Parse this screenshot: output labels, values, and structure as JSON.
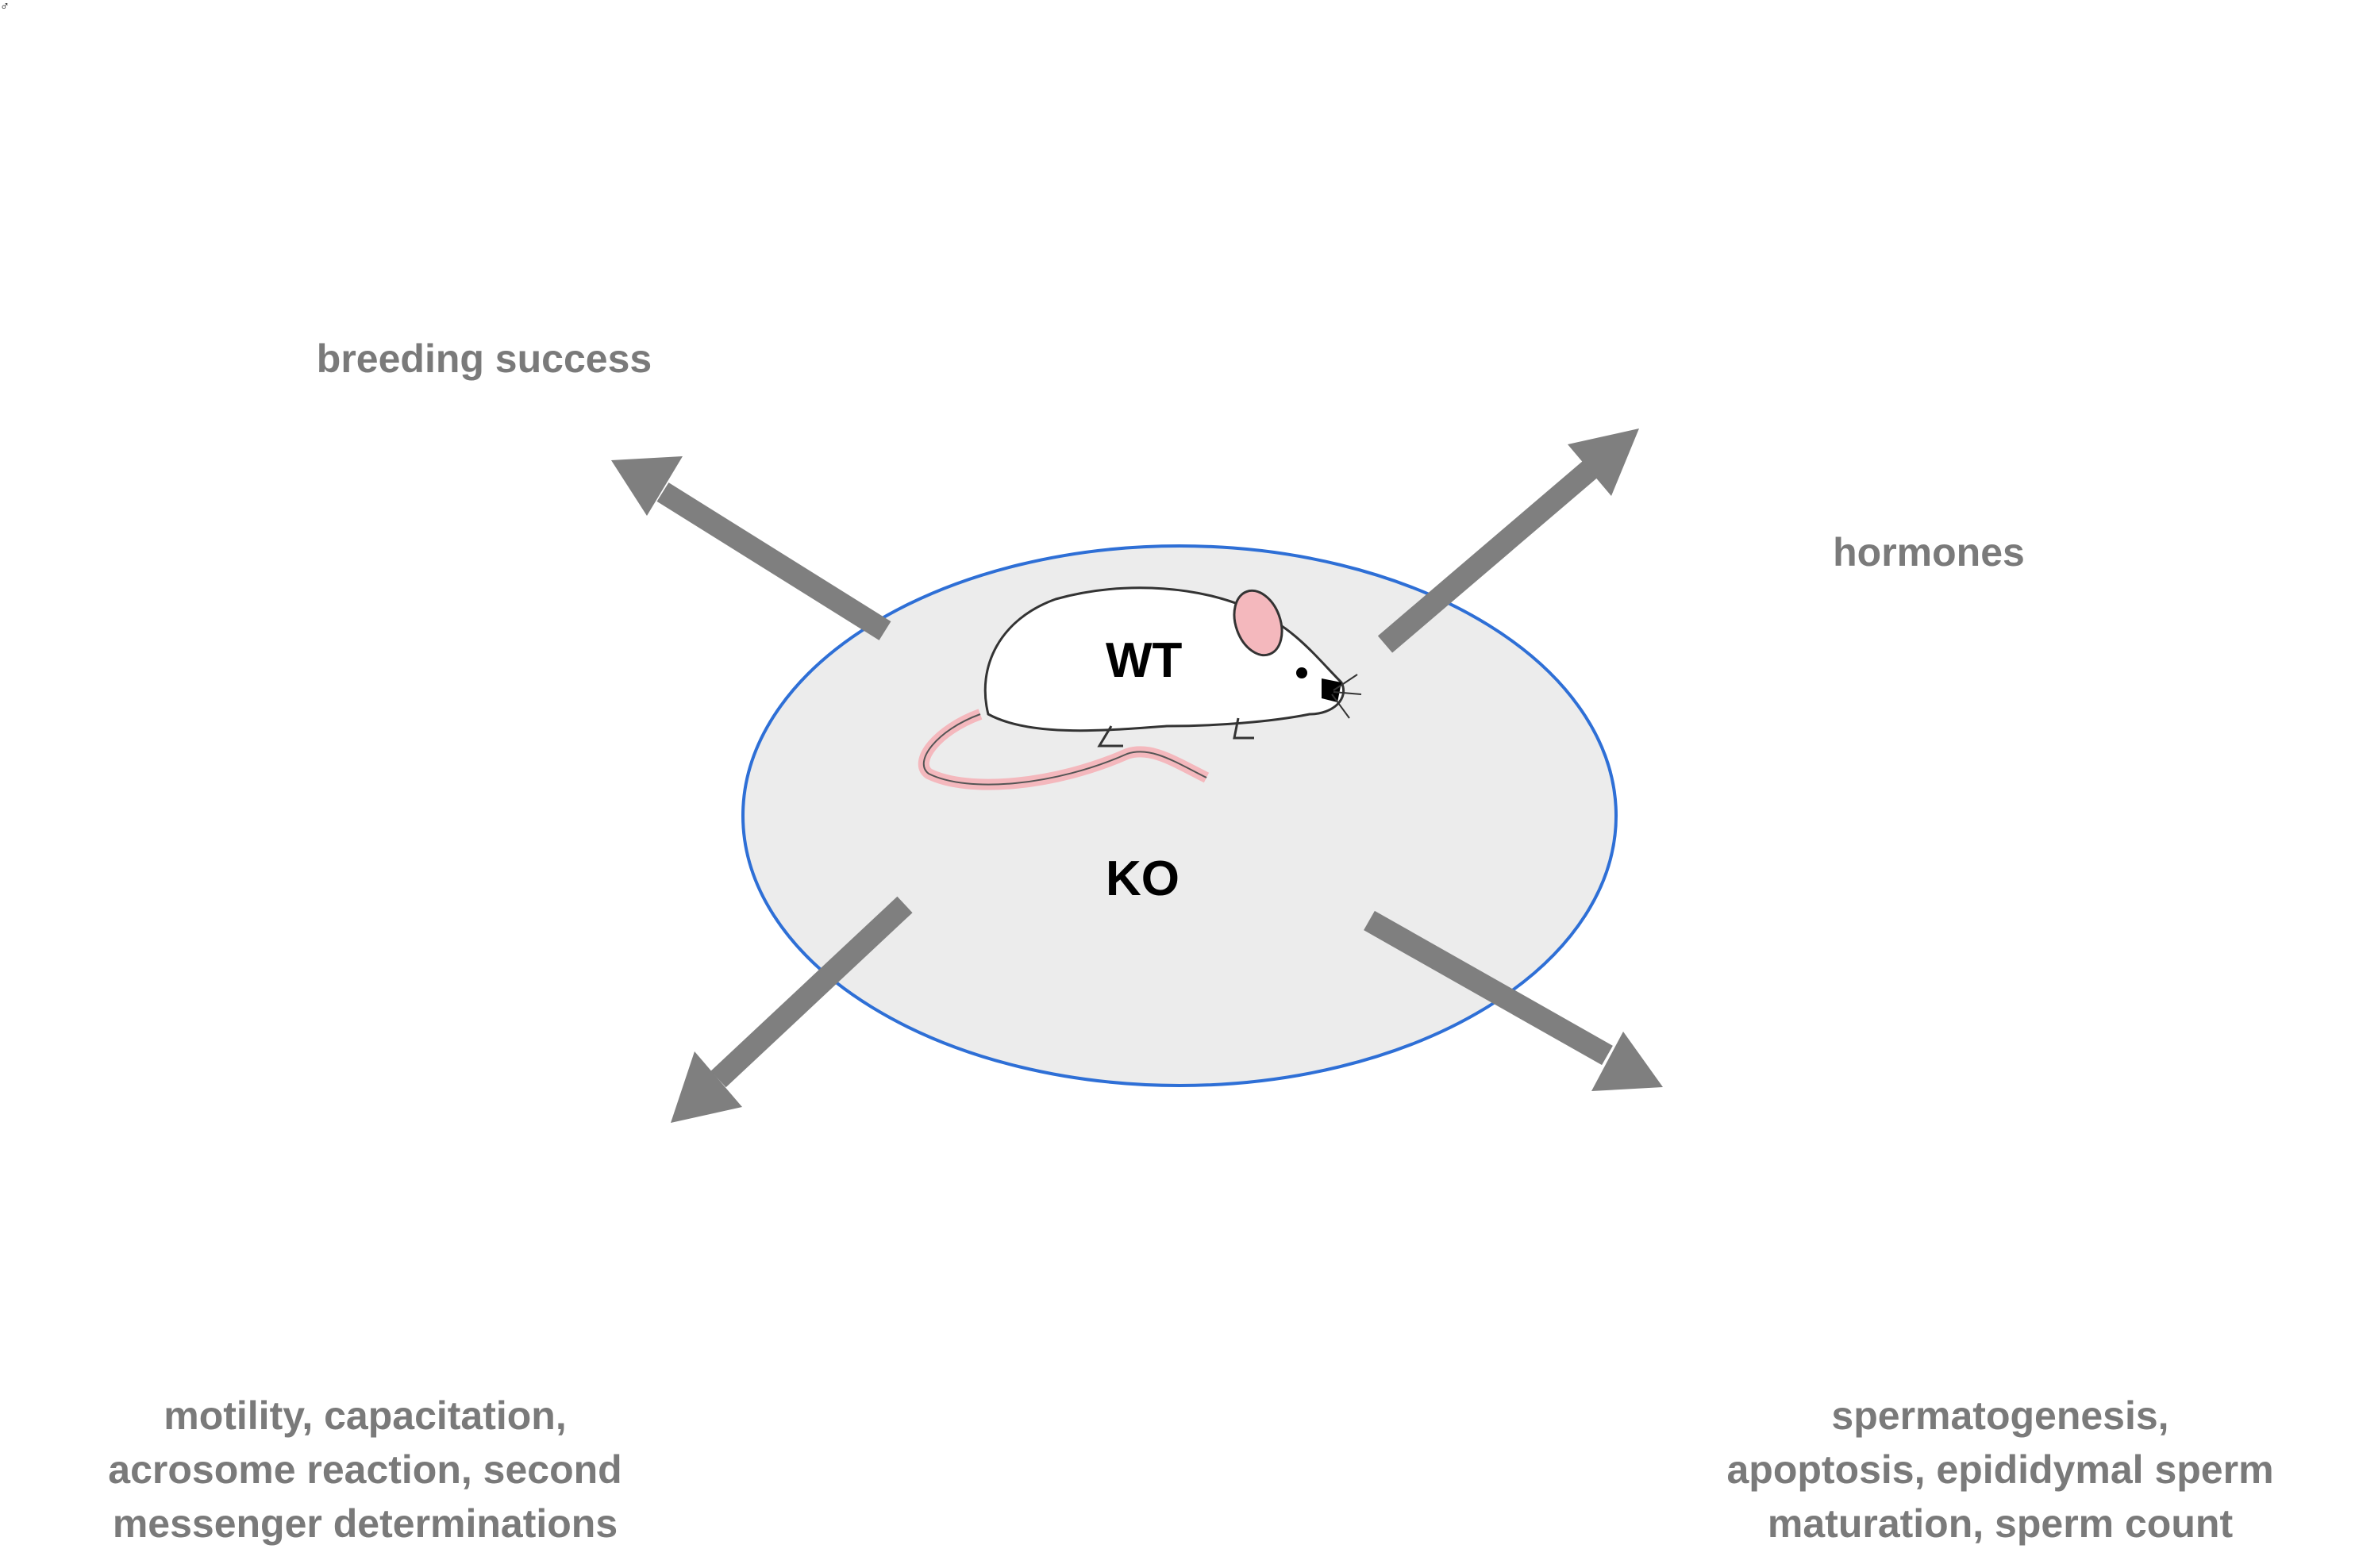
{
  "center": {
    "wt_label": "WT",
    "ko_label": "KO"
  },
  "captions": {
    "breeding": [
      "breeding success"
    ],
    "hormones": [
      "hormones"
    ],
    "female_tract": [
      "motility, capacitation,",
      "acrosome reaction, second",
      "messenger determinations"
    ],
    "testis": [
      "spermatogenesis,",
      "apoptosis, epididymal sperm",
      "maturation, sperm count"
    ]
  },
  "symbols": {
    "male_symbol": "♂"
  },
  "colors": {
    "arrow": "#7f7f7f",
    "ellipse_fill": "#ececec",
    "ellipse_stroke": "#2e6fd6",
    "ko_mouse": "#ff0000",
    "mouse_skin": "#f4b8bd",
    "caption_text": "#7a7a7a"
  }
}
